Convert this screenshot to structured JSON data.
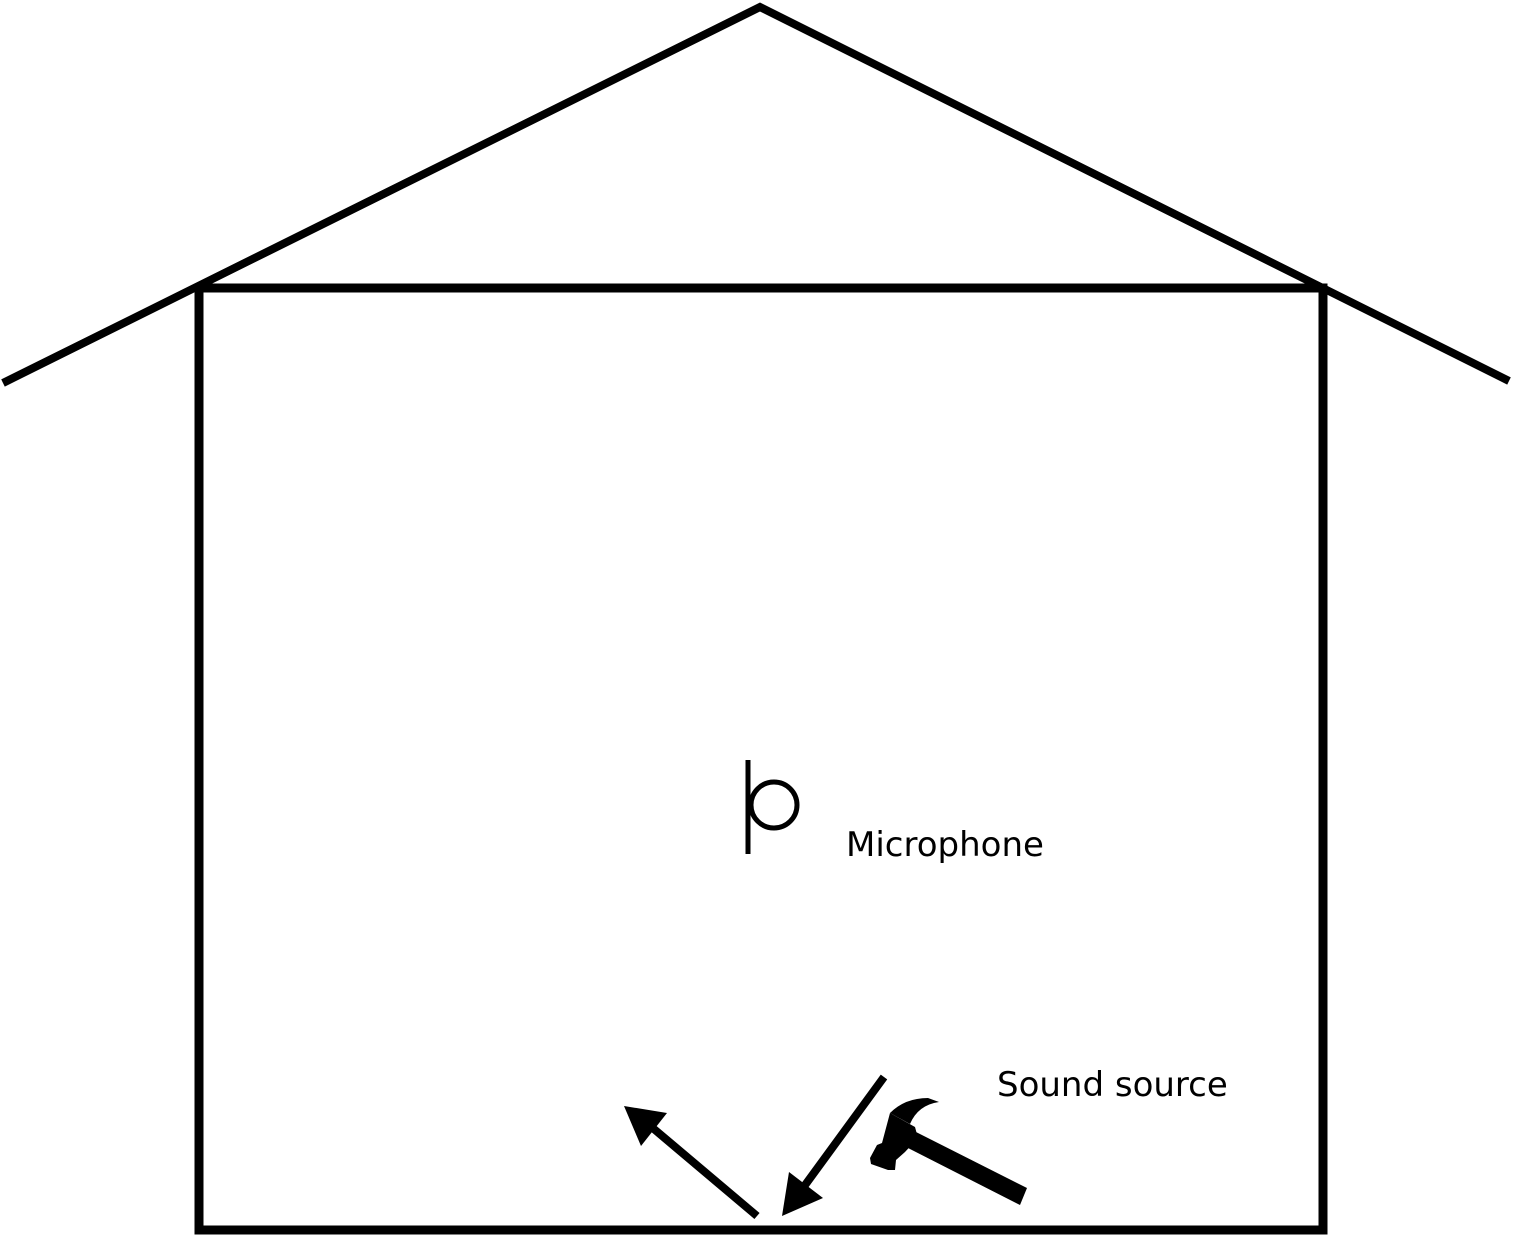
{
  "labels": {
    "microphone": "Microphone",
    "sound_source": "Sound source"
  },
  "colors": {
    "stroke": "#000000",
    "background": "#ffffff"
  },
  "icons": [
    "microphone-icon",
    "hammer-icon",
    "incident-arrow",
    "reflected-arrow"
  ]
}
